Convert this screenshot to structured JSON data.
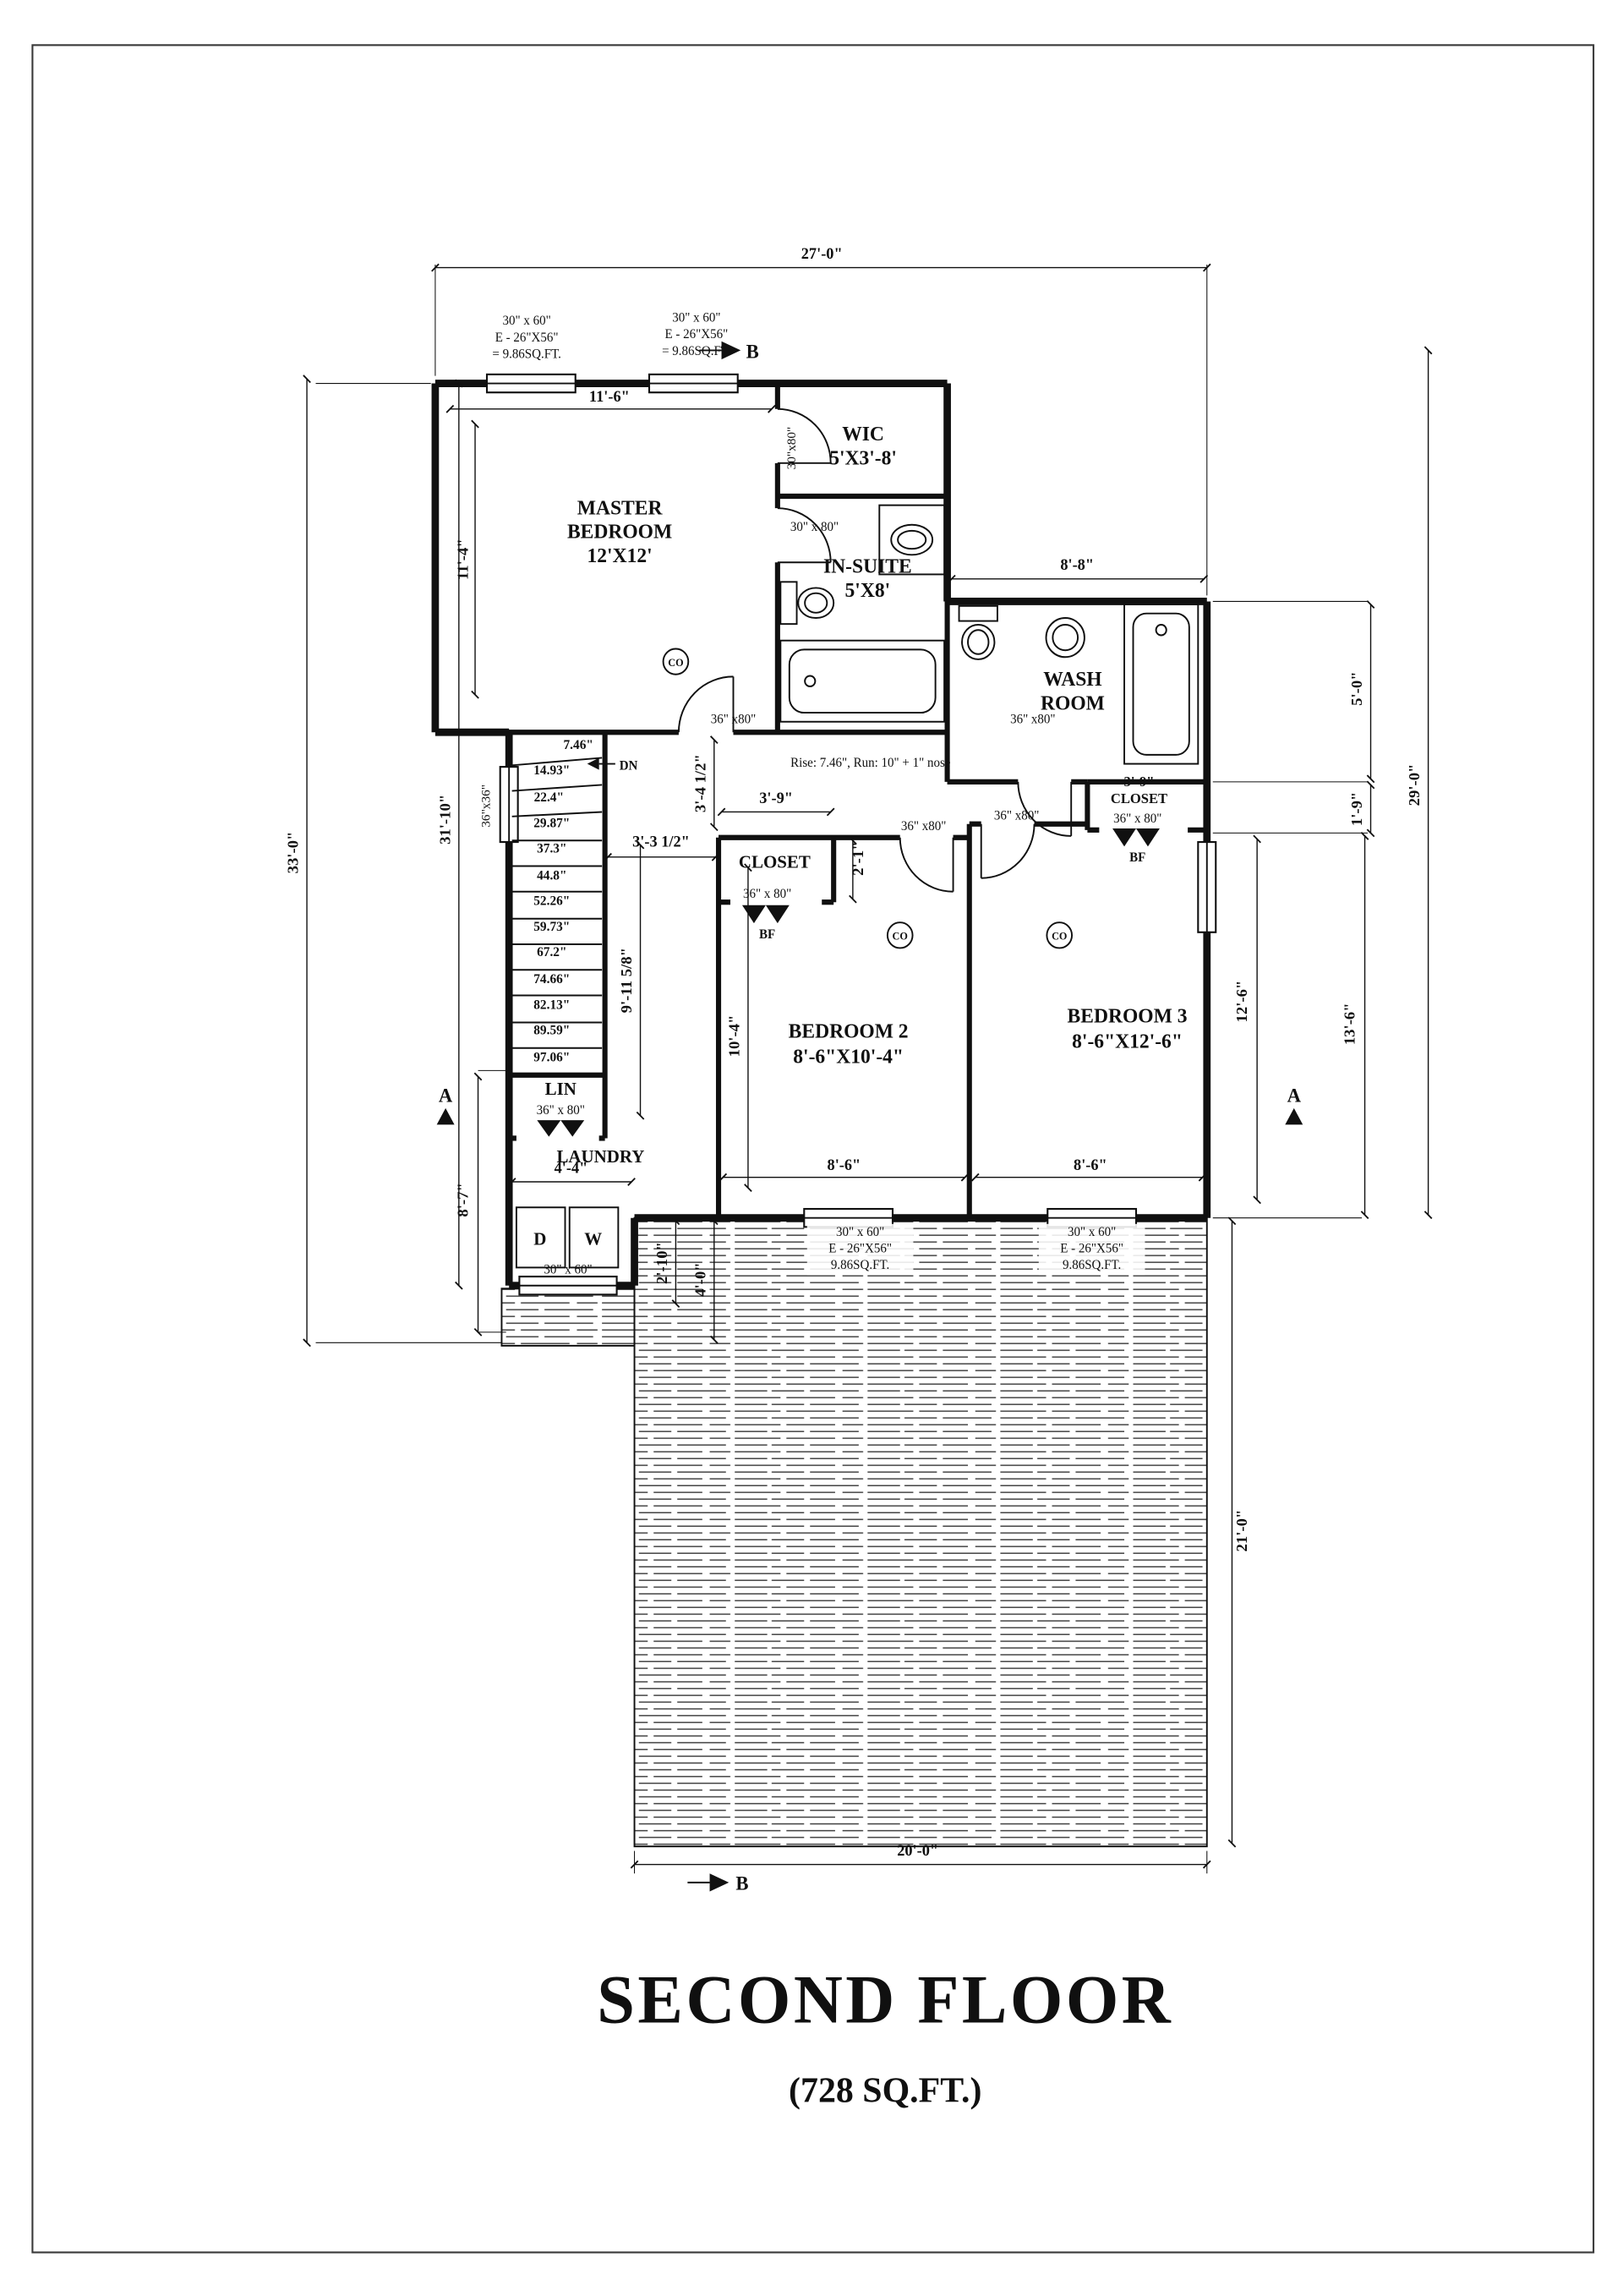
{
  "page": {
    "title": "SECOND FLOOR",
    "subtitle": "(728 SQ.FT.)"
  },
  "rooms": {
    "master1": "MASTER",
    "master2": "BEDROOM",
    "master3": "12'X12'",
    "wic1": "WIC",
    "wic2": "5'X3'-8'",
    "insuite1": "IN-SUITE",
    "insuite2": "5'X8'",
    "wash1": "WASH",
    "wash2": "ROOM",
    "closet": "CLOSET",
    "closet3_1": "3'-9\"",
    "closet3_2": "CLOSET",
    "bed2_1": "BEDROOM 2",
    "bed2_2": "8'-6\"X10'-4\"",
    "bed3_1": "BEDROOM 3",
    "bed3_2": "8'-6\"X12'-6\"",
    "lin": "LIN",
    "laundry": "LAUNDRY",
    "dryer": "D",
    "washer": "W"
  },
  "dims": {
    "top": "27'-0\"",
    "left_total": "33'-0\"",
    "left_inner": "31'-10\"",
    "master_w": "11'-6\"",
    "master_h": "11'-4\"",
    "wash_w": "8'-8\"",
    "right_total": "29'-0\"",
    "wash_h": "5'-0\"",
    "closet_h": "1'-9\"",
    "bed3_h": "12'-6\"",
    "right_lower": "13'-6\"",
    "bed2_h": "10'-4\"",
    "bed2_w": "8'-6\"",
    "bed3_w": "8'-6\"",
    "hall_w1": "3'-9\"",
    "hall_v1": "3'-4 1/2\"",
    "corridor_w": "3'-3 1/2\"",
    "closet_d": "2'-1\"",
    "stair_len": "9'-11 5/8\"",
    "laundry_w": "4'-4\"",
    "left_lower": "8'-7\"",
    "bump_h1": "2'-10\"",
    "bump_h2": "4'-0\"",
    "deck_h": "21'-0\"",
    "deck_w": "20'-0\""
  },
  "stairs": {
    "dn": "DN",
    "note": "Rise: 7.46\", Run: 10\" + 1\" nose",
    "treads": [
      "7.46\"",
      "14.93\"",
      "22.4\"",
      "29.87\"",
      "37.3\"",
      "44.8\"",
      "52.26\"",
      "59.73\"",
      "67.2\"",
      "74.66\"",
      "82.13\"",
      "89.59\"",
      "97.06\""
    ]
  },
  "windows": {
    "l1": "30\" x 60\"",
    "l2": "E - 26\"X56\"",
    "l3": "= 9.86SQ.FT.",
    "l3b": "9.86SQ.FT.",
    "laundry": "30\" x 60\"",
    "stair": "36\"x36\""
  },
  "doors": {
    "d36": "36\" x80\"",
    "d36s": "36\" x 80\"",
    "d30": "30\" x 80\"",
    "d30c": "30\"x80\"",
    "bf": "BF"
  },
  "markers": {
    "a": "A",
    "b": "B",
    "co": "CO"
  }
}
